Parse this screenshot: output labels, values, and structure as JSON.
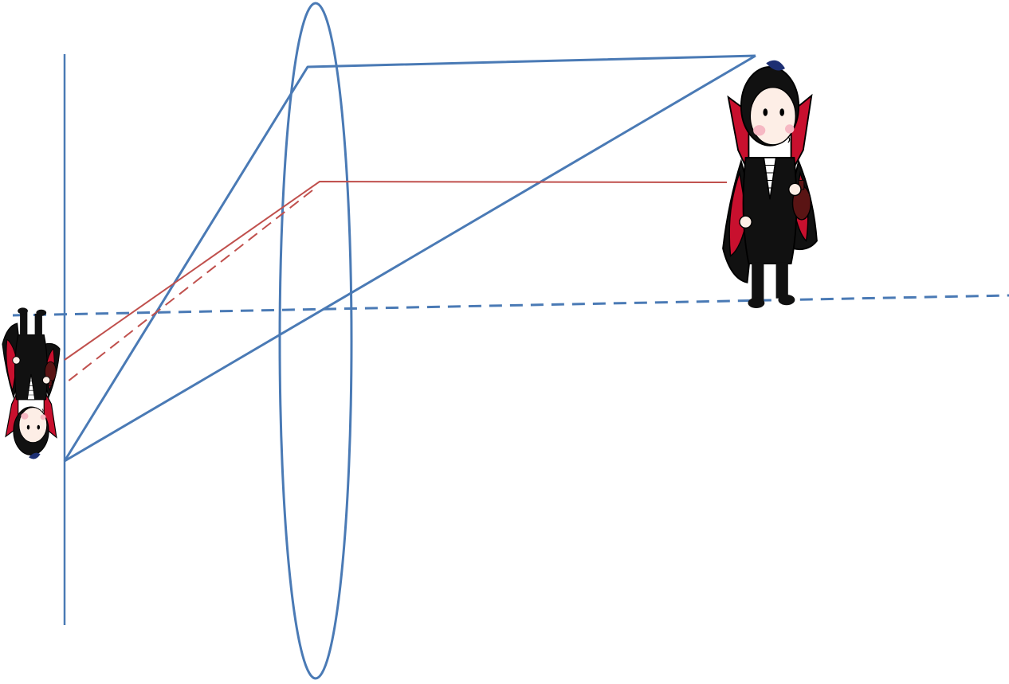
{
  "colors": {
    "optics_blue": "#4a7ab5",
    "ray_red": "#c0504d",
    "cape_red": "#c8102e",
    "skin": "#fdeee6",
    "cheek": "#f6b8c3",
    "hair": "#111111",
    "hair_highlight": "#1d2f73",
    "potion": "#5a1414",
    "background": "#ffffff"
  },
  "figures": {
    "object": {
      "icon": "vampire-figure",
      "orientation": "upright"
    },
    "image": {
      "icon": "vampire-figure",
      "orientation": "inverted"
    }
  },
  "elements": {
    "lens": "convex-lens-ellipse",
    "optical_axis": "dashed-principal-axis",
    "screen": "image-plane-line"
  }
}
